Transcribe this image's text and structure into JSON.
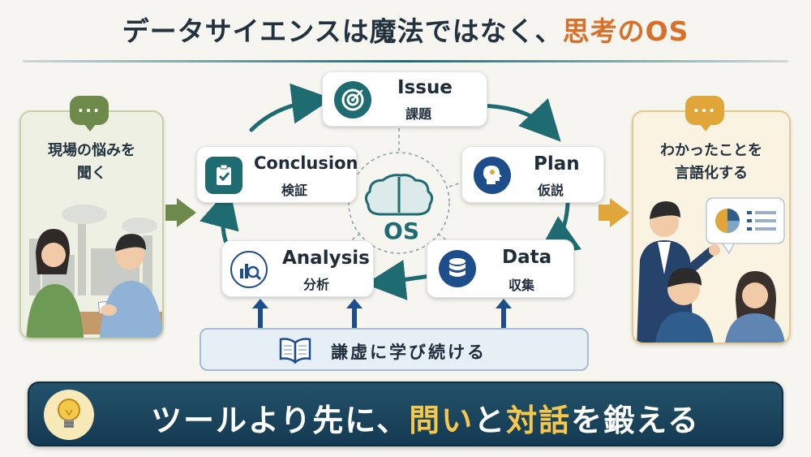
{
  "title": {
    "main": "データサイエンスは魔法ではなく、",
    "accent": "思考のOS"
  },
  "left_panel": {
    "line1": "現場の悩みを",
    "line2": "聞く"
  },
  "right_panel": {
    "line1": "わかったことを",
    "line2": "言語化する"
  },
  "center_label": "OS",
  "nodes": {
    "issue": {
      "title": "Issue",
      "sub": "課題"
    },
    "plan": {
      "title": "Plan",
      "sub": "仮説"
    },
    "data": {
      "title": "Data",
      "sub": "収集"
    },
    "analysis": {
      "title": "Analysis",
      "sub": "分析"
    },
    "conclusion": {
      "title": "Conclusion",
      "sub": "検証"
    }
  },
  "humility": {
    "label": "謙虚に学び続ける"
  },
  "banner": {
    "part1": "ツールより先に、",
    "hl1": "問い",
    "part2": "と",
    "hl2": "対話",
    "part3": "を鍛える"
  },
  "colors": {
    "teal": "#1f6b72",
    "orange": "#d9702a",
    "navy": "#1e4d8c",
    "green": "#6e8a4a",
    "gold": "#e0a63a"
  }
}
